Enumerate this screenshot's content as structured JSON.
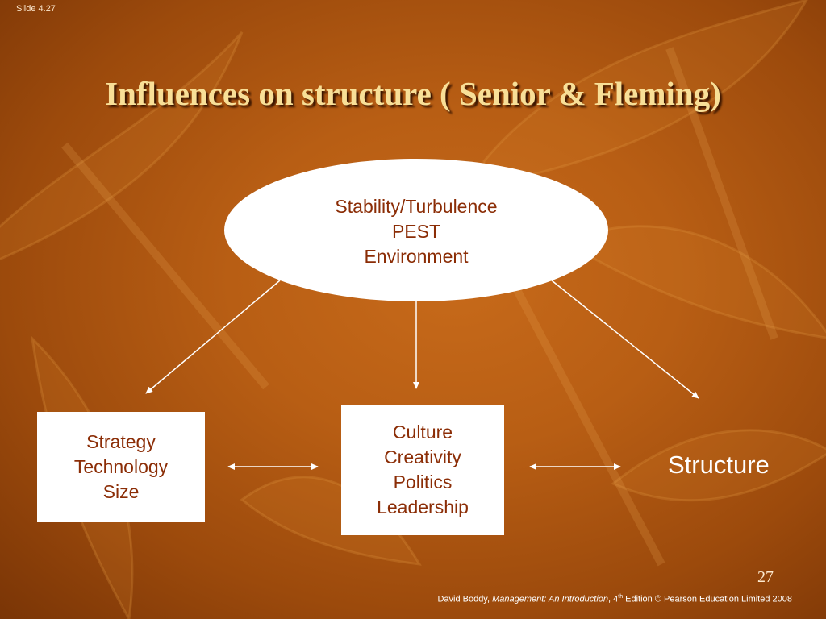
{
  "slide_label": "Slide 4.27",
  "title": "Influences on structure ( Senior & Fleming)",
  "ellipse": {
    "lines": [
      "Stability/Turbulence",
      "PEST",
      "Environment"
    ]
  },
  "box_left": {
    "lines": [
      "Strategy",
      "Technology",
      "Size"
    ]
  },
  "box_mid": {
    "lines": [
      "Culture",
      "Creativity",
      "Politics",
      "Leadership"
    ]
  },
  "structure_label": "Structure",
  "page_number": "27",
  "footer": {
    "author": "David Boddy, ",
    "book_title": "Management: An Introduction",
    "edition_prefix": ", 4",
    "edition_sup": "th",
    "edition_suffix": " Edition © Pearson Education Limited 2008"
  },
  "colors": {
    "title": "#f8df97",
    "box_text": "#8b2d06",
    "background": "#b85e14"
  }
}
